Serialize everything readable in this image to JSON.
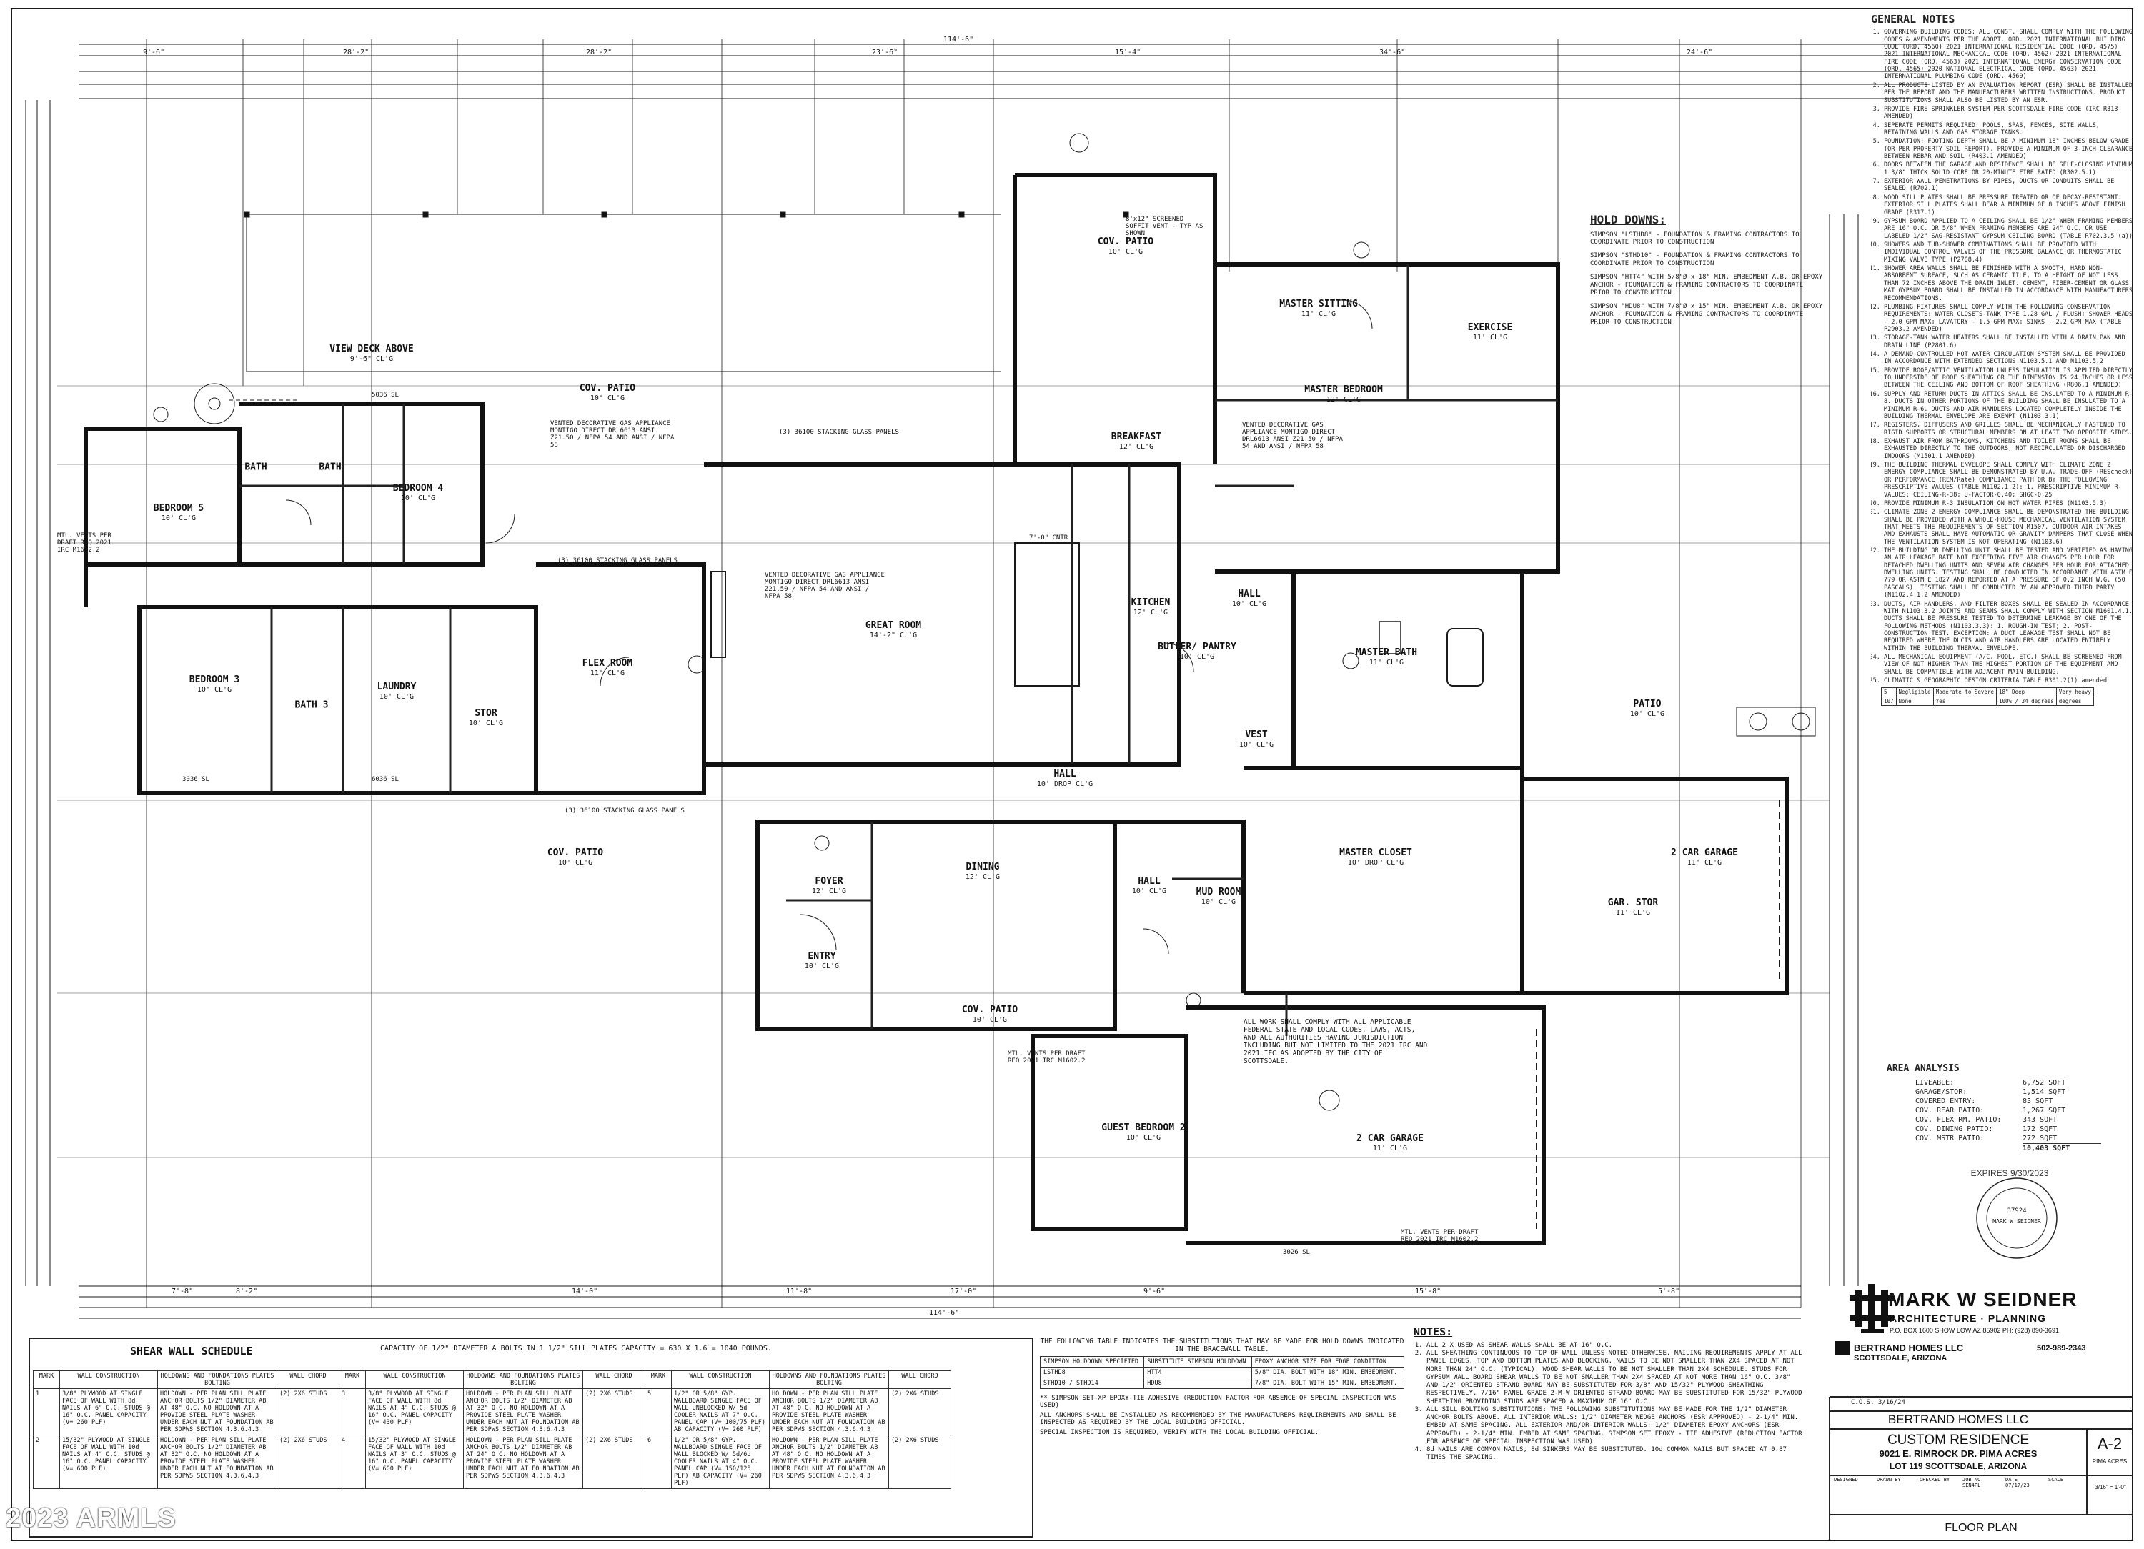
{
  "plan": {
    "rooms": [
      {
        "id": "view-deck",
        "name": "VIEW DECK ABOVE",
        "cl": "9'-6\" CL'G"
      },
      {
        "id": "cov-patio-1",
        "name": "COV. PATIO",
        "cl": "10' CL'G"
      },
      {
        "id": "cov-patio-top",
        "name": "COV. PATIO",
        "cl": "10' CL'G"
      },
      {
        "id": "bedroom-5",
        "name": "BEDROOM 5",
        "cl": "10' CL'G"
      },
      {
        "id": "bedroom-4",
        "name": "BEDROOM 4",
        "cl": "10' CL'G"
      },
      {
        "id": "bath-a",
        "name": "BATH",
        "cl": ""
      },
      {
        "id": "bath-b",
        "name": "BATH",
        "cl": ""
      },
      {
        "id": "bedroom-3",
        "name": "BEDROOM 3",
        "cl": "10' CL'G"
      },
      {
        "id": "bath-3",
        "name": "BATH 3",
        "cl": ""
      },
      {
        "id": "laundry",
        "name": "LAUNDRY",
        "cl": "10' CL'G"
      },
      {
        "id": "flex-room",
        "name": "FLEX ROOM",
        "cl": "11' CL'G"
      },
      {
        "id": "stor",
        "name": "STOR",
        "cl": "10' CL'G"
      },
      {
        "id": "great-room",
        "name": "GREAT ROOM",
        "cl": "14'-2\" CL'G"
      },
      {
        "id": "breakfast",
        "name": "BREAKFAST",
        "cl": "12' CL'G"
      },
      {
        "id": "kitchen",
        "name": "KITCHEN",
        "cl": "12' CL'G"
      },
      {
        "id": "butler",
        "name": "BUTLER/ PANTRY",
        "cl": "10' CL'G"
      },
      {
        "id": "master-sitting",
        "name": "MASTER SITTING",
        "cl": "11' CL'G"
      },
      {
        "id": "master-bedroom",
        "name": "MASTER BEDROOM",
        "cl": "12' CL'G"
      },
      {
        "id": "exercise",
        "name": "EXERCISE",
        "cl": "11' CL'G"
      },
      {
        "id": "master-bath",
        "name": "MASTER BATH",
        "cl": "11' CL'G"
      },
      {
        "id": "patio-r",
        "name": "PATIO",
        "cl": "10' CL'G"
      },
      {
        "id": "vest",
        "name": "VEST",
        "cl": "10' CL'G"
      },
      {
        "id": "hall-1",
        "name": "HALL",
        "cl": "10' CL'G"
      },
      {
        "id": "hall-2",
        "name": "HALL",
        "cl": "10' DROP CL'G"
      },
      {
        "id": "master-closet",
        "name": "MASTER CLOSET",
        "cl": "10' DROP CL'G"
      },
      {
        "id": "cov-patio-low",
        "name": "COV. PATIO",
        "cl": "10' CL'G"
      },
      {
        "id": "foyer",
        "name": "FOYER",
        "cl": "12' CL'G"
      },
      {
        "id": "dining",
        "name": "DINING",
        "cl": "12' CL'G"
      },
      {
        "id": "entry",
        "name": "ENTRY",
        "cl": "10' CL'G"
      },
      {
        "id": "mud-room",
        "name": "MUD ROOM",
        "cl": "10' CL'G"
      },
      {
        "id": "hall-3",
        "name": "HALL",
        "cl": "10' CL'G"
      },
      {
        "id": "garage-1",
        "name": "2 CAR GARAGE",
        "cl": "11' CL'G"
      },
      {
        "id": "gar-stor",
        "name": "GAR. STOR",
        "cl": "11' CL'G"
      },
      {
        "id": "cov-patio-2",
        "name": "COV. PATIO",
        "cl": "10' CL'G"
      },
      {
        "id": "guest-bedroom",
        "name": "GUEST BEDROOM 2",
        "cl": "10' CL'G"
      },
      {
        "id": "garage-2",
        "name": "2 CAR GARAGE",
        "cl": "11' CL'G"
      }
    ],
    "dims": {
      "overall": "114'-6\"",
      "top": [
        "9'-6\"",
        "28'-2\"",
        "28'-2\"",
        "23'-6\"",
        "15'-4\"",
        "34'-6\"",
        "24'-6\""
      ],
      "bottom": [
        "7'-8\"",
        "8'-2\"",
        "14'-0\"",
        "11'-8\"",
        "17'-0\"",
        "9'-6\"",
        "15'-8\"",
        "5'-8\""
      ]
    },
    "tags": {
      "view_deck_notes": "8'x12\" SCREENED SOFFIT VENT - TYP AS SHOWN",
      "vented_fireplace": "VENTED DECORATIVE GAS APPLIANCE MONTIGO DIRECT DRL6613 ANSI Z21.50 / NFPA 54 AND ANSI / NFPA 58",
      "stacking_panels": "(3) 36100 STACKING GLASS PANELS",
      "alarm_note": "ALL WORK SHALL COMPLY WITH ALL APPLICABLE FEDERAL STATE AND LOCAL CODES, LAWS, ACTS, AND ALL AUTHORITIES HAVING JURISDICTION INCLUDING BUT NOT LIMITED TO THE 2021 IRC AND 2021 IFC AS ADOPTED BY THE CITY OF SCOTTSDALE.",
      "mtl_vents": "MTL. VENTS PER DRAFT REQ 2021 IRC M1602.2",
      "stair_tag": "7'-0\" CNTR",
      "window_tags": [
        "5036 SL",
        "3036 SL",
        "6036 SL",
        "3026 SL"
      ]
    }
  },
  "general_notes": {
    "title": "GENERAL NOTES",
    "items": [
      "GOVERNING BUILDING CODES: ALL CONST. SHALL COMPLY WITH THE FOLLOWING CODES & AMENDMENTS PER THE ADOPT. ORD. 2021 INTERNATIONAL BUILDING CODE (ORD. 4560) 2021 INTERNATIONAL RESIDENTIAL CODE (ORD. 4575) 2021 INTERNATIONAL MECHANICAL CODE (ORD. 4562) 2021 INTERNATIONAL FIRE CODE (ORD. 4563) 2021 INTERNATIONAL ENERGY CONSERVATION CODE (ORD. 4565) 2020 NATIONAL ELECTRICAL CODE (ORD. 4563) 2021 INTERNATIONAL PLUMBING CODE (ORD. 4560)",
      "ALL PRODUCTS LISTED BY AN EVALUATION REPORT (ESR) SHALL BE INSTALLED PER THE REPORT AND THE MANUFACTURERS WRITTEN INSTRUCTIONS. PRODUCT SUBSTITUTIONS SHALL ALSO BE LISTED BY AN ESR.",
      "PROVIDE FIRE SPRINKLER SYSTEM PER SCOTTSDALE FIRE CODE (IRC R313 AMENDED)",
      "SEPERATE PERMITS REQUIRED: POOLS, SPAS, FENCES, SITE WALLS, RETAINING WALLS AND GAS STORAGE TANKS.",
      "FOUNDATION: FOOTING DEPTH SHALL BE A MINIMUM 18\" INCHES BELOW GRADE (OR PER PROPERTY SOIL REPORT). PROVIDE A MINIMUM OF 3-INCH CLEARANCE BETWEEN REBAR AND SOIL (R403.1 AMENDED)",
      "DOORS BETWEEN THE GARAGE AND RESIDENCE SHALL BE SELF-CLOSING MINIMUM 1 3/8\" THICK SOLID CORE OR 20-MINUTE FIRE RATED (R302.5.1)",
      "EXTERIOR WALL PENETRATIONS BY PIPES, DUCTS OR CONDUITS SHALL BE SEALED (R702.1)",
      "WOOD SILL PLATES SHALL BE PRESSURE TREATED OR OF DECAY-RESISTANT. EXTERIOR SILL PLATES SHALL BEAR A MINIMUM OF 8 INCHES ABOVE FINISH GRADE (R317.1)",
      "GYPSUM BOARD APPLIED TO A CEILING SHALL BE 1/2\" WHEN FRAMING MEMBERS ARE 16\" O.C. OR 5/8\" WHEN FRAMING MEMBERS ARE 24\" O.C. OR USE LABELED 1/2\" SAG-RESISTANT GYPSUM CEILING BOARD (TABLE R702.3.5 (a))",
      "SHOWERS AND TUB-SHOWER COMBINATIONS SHALL BE PROVIDED WITH INDIVIDUAL CONTROL VALVES OF THE PRESSURE BALANCE OR THERMOSTATIC MIXING VALVE TYPE (P2708.4)",
      "SHOWER AREA WALLS SHALL BE FINISHED WITH A SMOOTH, HARD NON-ABSORBENT SURFACE, SUCH AS CERAMIC TILE, TO A HEIGHT OF NOT LESS THAN 72 INCHES ABOVE THE DRAIN INLET. CEMENT, FIBER-CEMENT OR GLASS MAT GYPSUM BOARD SHALL BE INSTALLED IN ACCORDANCE WITH MANUFACTURERS RECOMMENDATIONS.",
      "PLUMBING FIXTURES SHALL COMPLY WITH THE FOLLOWING CONSERVATION REQUIREMENTS: WATER CLOSETS-TANK TYPE 1.28 GAL / FLUSH; SHOWER HEADS - 2.0 GPM MAX; LAVATORY - 1.5 GPM MAX; SINKS - 2.2 GPM MAX (TABLE P2903.2 AMENDED)",
      "STORAGE-TANK WATER HEATERS SHALL BE INSTALLED WITH A DRAIN PAN AND DRAIN LINE (P2801.6)",
      "A DEMAND-CONTROLLED HOT WATER CIRCULATION SYSTEM SHALL BE PROVIDED IN ACCORDANCE WITH EXTENDED SECTIONS N1103.5.1 AND N1103.5.2",
      "PROVIDE ROOF/ATTIC VENTILATION UNLESS INSULATION IS APPLIED DIRECTLY TO UNDERSIDE OF ROOF SHEATHING OR THE DIMENSION IS 24 INCHES OR LESS BETWEEN THE CEILING AND BOTTOM OF ROOF SHEATHING (R806.1 AMENDED)",
      "SUPPLY AND RETURN DUCTS IN ATTICS SHALL BE INSULATED TO A MINIMUM R-8. DUCTS IN OTHER PORTIONS OF THE BUILDING SHALL BE INSULATED TO A MINIMUM R-6. DUCTS AND AIR HANDLERS LOCATED COMPLETELY INSIDE THE BUILDING THERMAL ENVELOPE ARE EXEMPT (N1103.3.1)",
      "REGISTERS, DIFFUSERS AND GRILLES SHALL BE MECHANICALLY FASTENED TO RIGID SUPPORTS OR STRUCTURAL MEMBERS ON AT LEAST TWO OPPOSITE SIDES.",
      "EXHAUST AIR FROM BATHROOMS, KITCHENS AND TOILET ROOMS SHALL BE EXHAUSTED DIRECTLY TO THE OUTDOORS, NOT RECIRCULATED OR DISCHARGED INDOORS (M1501.1 AMENDED)",
      "THE BUILDING THERMAL ENVELOPE SHALL COMPLY WITH CLIMATE ZONE 2 ENERGY COMPLIANCE SHALL BE DEMONSTRATED BY U.A. TRADE-OFF (REScheck) OR PERFORMANCE (REM/Rate) COMPLIANCE PATH OR BY THE FOLLOWING PRESCRIPTIVE VALUES (TABLE N1102.1.2): 1. PRESCRIPTIVE MINIMUM R-VALUES: CEILING-R-38; U-FACTOR-0.40; SHGC-0.25",
      "PROVIDE MINIMUM R-3 INSULATION ON HOT WATER PIPES (N1103.5.3)",
      "CLIMATE ZONE 2 ENERGY COMPLIANCE SHALL BE DEMONSTRATED THE BUILDING SHALL BE PROVIDED WITH A WHOLE-HOUSE MECHANICAL VENTILATION SYSTEM THAT MEETS THE REQUIREMENTS OF SECTION M1507. OUTDOOR AIR INTAKES AND EXHAUSTS SHALL HAVE AUTOMATIC OR GRAVITY DAMPERS THAT CLOSE WHEN THE VENTILATION SYSTEM IS NOT OPERATING (N1103.6)",
      "THE BUILDING OR DWELLING UNIT SHALL BE TESTED AND VERIFIED AS HAVING AN AIR LEAKAGE RATE NOT EXCEEDING FIVE AIR CHANGES PER HOUR FOR DETACHED DWELLING UNITS AND SEVEN AIR CHANGES PER HOUR FOR ATTACHED DWELLING UNITS. TESTING SHALL BE CONDUCTED IN ACCORDANCE WITH ASTM E 779 OR ASTM E 1827 AND REPORTED AT A PRESSURE OF 0.2 INCH W.G. (50 PASCALS). TESTING SHALL BE CONDUCTED BY AN APPROVED THIRD PARTY (N1102.4.1.2 AMENDED)",
      "DUCTS, AIR HANDLERS, AND FILTER BOXES SHALL BE SEALED IN ACCORDANCE WITH N1103.3.2 JOINTS AND SEAMS SHALL COMPLY WITH SECTION M1601.4.1. DUCTS SHALL BE PRESSURE TESTED TO DETERMINE LEAKAGE BY ONE OF THE FOLLOWING METHODS (N1103.3.3): 1. ROUGH-IN TEST; 2. POST-CONSTRUCTION TEST. EXCEPTION: A DUCT LEAKAGE TEST SHALL NOT BE REQUIRED WHERE THE DUCTS AND AIR HANDLERS ARE LOCATED ENTIRELY WITHIN THE BUILDING THERMAL ENVELOPE.",
      "ALL MECHANICAL EQUIPMENT (A/C, POOL, ETC.) SHALL BE SCREENED FROM VIEW OF NOT HIGHER THAN THE HIGHEST PORTION OF THE EQUIPMENT AND SHALL BE COMPATIBLE WITH ADJACENT MAIN BUILDING.",
      "CLIMATIC & GEOGRAPHIC DESIGN CRITERIA TABLE R301.2(1) amended"
    ],
    "climate_values": [
      "5",
      "Negligible",
      "Moderate to Severe",
      "18\" Deep",
      "Very heavy",
      "107",
      "None",
      "Yes",
      "100% / 34 degrees",
      "degrees"
    ]
  },
  "hold_downs": {
    "title": "HOLD DOWNS:",
    "items": [
      "SIMPSON \"LSTHD8\" - FOUNDATION & FRAMING CONTRACTORS TO COORDINATE PRIOR TO CONSTRUCTION",
      "SIMPSON \"STHD10\" - FOUNDATION & FRAMING CONTRACTORS TO COORDINATE PRIOR TO CONSTRUCTION",
      "SIMPSON \"HTT4\" WITH 5/8\"Ø x 18\" MIN. EMBEDMENT A.B. OR EPOXY ANCHOR - FOUNDATION & FRAMING CONTRACTORS TO COORDINATE PRIOR TO CONSTRUCTION",
      "SIMPSON \"HDU8\" WITH 7/8\"Ø x 15\" MIN. EMBEDMENT A.B. OR EPOXY ANCHOR - FOUNDATION & FRAMING CONTRACTORS TO COORDINATE PRIOR TO CONSTRUCTION"
    ]
  },
  "area_analysis": {
    "title": "AREA ANALYSIS",
    "rows": [
      {
        "label": "LIVEABLE:",
        "value": "6,752 SQFT"
      },
      {
        "label": "GARAGE/STOR:",
        "value": "1,514 SQFT"
      },
      {
        "label": "COVERED ENTRY:",
        "value": "83 SQFT"
      },
      {
        "label": "COV. REAR PATIO:",
        "value": "1,267 SQFT"
      },
      {
        "label": "COV. FLEX RM. PATIO:",
        "value": "343 SQFT"
      },
      {
        "label": "COV. DINING PATIO:",
        "value": "172 SQFT"
      },
      {
        "label": "COV. MSTR PATIO:",
        "value": "272 SQFT"
      }
    ],
    "total": "10,403 SQFT"
  },
  "seal": {
    "expires": "EXPIRES 9/30/2023",
    "number": "37924",
    "name": "MARK W SEIDNER"
  },
  "title_block": {
    "firm": "MARK W SEIDNER",
    "firm_sub": "ARCHITECTURE · PLANNING",
    "firm_addr": "P.O. BOX 1600  SHOW LOW AZ  85902  PH: (928) 890-3691",
    "client": "BERTRAND HOMES LLC",
    "client_sub": "SCOTTSDALE, ARIZONA",
    "client_phone": "502-989-2343",
    "revision": "C.O.S. 3/16/24",
    "project_firm": "BERTRAND HOMES LLC",
    "project_title": "CUSTOM RESIDENCE",
    "project_addr": "9021 E. RIMROCK DR. PIMA ACRES",
    "project_lot": "LOT 119 SCOTTSDALE, ARIZONA",
    "sheet": "A-2",
    "sheet_sub": "PIMA ACRES",
    "scale": "3/16\" = 1'-0\"",
    "drawing_title": "FLOOR PLAN",
    "labels": [
      "DESIGNED",
      "DRAWN BY",
      "CHECKED BY",
      "JOB NO.",
      "DATE",
      "SCALE"
    ],
    "values": [
      "",
      "",
      "",
      "SEN4PL",
      "07/17/23",
      ""
    ]
  },
  "shear_wall": {
    "title": "SHEAR WALL SCHEDULE",
    "capacity": "CAPACITY OF 1/2\" DIAMETER A BOLTS IN 1 1/2\" SILL PLATES  CAPACITY = 630 X 1.6 = 1040 POUNDS.",
    "headers": [
      "MARK",
      "WALL CONSTRUCTION",
      "HOLDOWNS AND FOUNDATIONS PLATES BOLTING",
      "WALL CHORD",
      "MARK",
      "WALL CONSTRUCTION",
      "HOLDOWNS AND FOUNDATIONS PLATES BOLTING",
      "WALL CHORD",
      "MARK",
      "WALL CONSTRUCTION",
      "HOLDOWNS AND FOUNDATIONS PLATES BOLTING",
      "WALL CHORD"
    ],
    "rows": [
      [
        "1",
        "3/8\" PLYWOOD AT SINGLE FACE OF WALL WITH 8d NAILS AT 6\" O.C. STUDS @ 16\" O.C. PANEL CAPACITY (V= 260 PLF)",
        "HOLDOWN - PER PLAN SILL PLATE ANCHOR BOLTS 1/2\" DIAMETER AB AT 48\" O.C. NO HOLDOWN AT A PROVIDE STEEL PLATE WASHER UNDER EACH NUT AT FOUNDATION AB PER SDPWS SECTION 4.3.6.4.3",
        "(2) 2X6 STUDS",
        "3",
        "3/8\" PLYWOOD AT SINGLE FACE OF WALL WITH 8d NAILS AT 4\" O.C. STUDS @ 16\" O.C. PANEL CAPACITY (V= 430 PLF)",
        "HOLDOWN - PER PLAN SILL PLATE ANCHOR BOLTS 1/2\" DIAMETER AB AT 32\" O.C. NO HOLDOWN AT A PROVIDE STEEL PLATE WASHER UNDER EACH NUT AT FOUNDATION AB PER SDPWS SECTION 4.3.6.4.3",
        "(2) 2X6 STUDS",
        "5",
        "1/2\" OR 5/8\" GYP. WALLBOARD SINGLE FACE OF WALL UNBLOCKED W/ 5d COOLER NAILS AT 7\" O.C. PANEL CAP (V= 100/75 PLF) AB CAPACITY (V= 260 PLF)",
        "HOLDOWN - PER PLAN SILL PLATE ANCHOR BOLTS 1/2\" DIAMETER AB AT 48\" O.C. NO HOLDOWN AT A PROVIDE STEEL PLATE WASHER UNDER EACH NUT AT FOUNDATION AB PER SDPWS SECTION 4.3.6.4.3",
        "(2) 2X6 STUDS"
      ],
      [
        "2",
        "15/32\" PLYWOOD AT SINGLE FACE OF WALL WITH 10d NAILS AT 4\" O.C. STUDS @ 16\" O.C. PANEL CAPACITY (V= 600 PLF)",
        "HOLDOWN - PER PLAN SILL PLATE ANCHOR BOLTS 1/2\" DIAMETER AB AT 32\" O.C. NO HOLDOWN AT A PROVIDE STEEL PLATE WASHER UNDER EACH NUT AT FOUNDATION AB PER SDPWS SECTION 4.3.6.4.3",
        "(2) 2X6 STUDS",
        "4",
        "15/32\" PLYWOOD AT SINGLE FACE OF WALL WITH 10d NAILS AT 3\" O.C. STUDS @ 16\" O.C. PANEL CAPACITY (V= 600 PLF)",
        "HOLDOWN - PER PLAN SILL PLATE ANCHOR BOLTS 1/2\" DIAMETER AB AT 24\" O.C. NO HOLDOWN AT A PROVIDE STEEL PLATE WASHER UNDER EACH NUT AT FOUNDATION AB PER SDPWS SECTION 4.3.6.4.3",
        "(2) 2X6 STUDS",
        "6",
        "1/2\" OR 5/8\" GYP. WALLBOARD SINGLE FACE OF WALL BLOCKED W/ 5d/6d COOLER NAILS AT 4\" O.C. PANEL CAP (V= 150/125 PLF) AB CAPACITY (V= 260 PLF)",
        "HOLDOWN - PER PLAN SILL PLATE ANCHOR BOLTS 1/2\" DIAMETER AB AT 48\" O.C. NO HOLDOWN AT A PROVIDE STEEL PLATE WASHER UNDER EACH NUT AT FOUNDATION AB PER SDPWS SECTION 4.3.6.4.3",
        "(2) 2X6 STUDS"
      ]
    ]
  },
  "substitutions": {
    "intro": "THE FOLLOWING TABLE INDICATES THE SUBSTITUTIONS THAT MAY BE MADE FOR HOLD DOWNS INDICATED IN THE BRACEWALL TABLE.",
    "headers": [
      "SIMPSON HOLDDOWN SPECIFIED",
      "SUBSTITUTE SIMPSON HOLDDOWN",
      "EPOXY ANCHOR SIZE FOR EDGE CONDITION"
    ],
    "rows": [
      [
        "LSTHD8",
        "HTT4",
        "5/8\" DIA. BOLT WITH 18\" MIN. EMBEDMENT."
      ],
      [
        "STHD10 / STHD14",
        "HDU8",
        "7/8\" DIA. BOLT WITH 15\" MIN. EMBEDMENT."
      ]
    ],
    "note1": "** SIMPSON SET-XP EPOXY-TIE ADHESIVE (REDUCTION FACTOR FOR ABSENCE OF SPECIAL INSPECTION WAS USED)",
    "note2": "ALL ANCHORS SHALL BE INSTALLED AS RECOMMENDED BY THE MANUFACTURERS REQUIREMENTS AND SHALL BE INSPECTED AS REQUIRED BY THE LOCAL BUILDING OFFICIAL.",
    "note3": "SPECIAL INSPECTION IS REQUIRED, VERIFY WITH THE LOCAL BUILDING OFFICIAL."
  },
  "notes": {
    "title": "NOTES:",
    "items": [
      "ALL 2 X USED AS SHEAR WALLS SHALL BE AT 16\" O.C.",
      "ALL SHEATHING CONTINUOUS TO TOP OF WALL UNLESS NOTED OTHERWISE. NAILING REQUIREMENTS APPLY AT ALL PANEL EDGES, TOP AND BOTTOM PLATES AND BLOCKING. NAILS TO BE NOT SMALLER THAN 2X4 SPACED AT NOT MORE THAN 24\" O.C. (TYPICAL). WOOD SHEAR WALLS TO BE NOT SMALLER THAN 2X4 SCHEDULE. STUDS FOR GYPSUM WALL BOARD SHEAR WALLS TO BE NOT SMALLER THAN 2X4 SPACED AT NOT MORE THAN 16\" O.C. 3/8\" AND 1/2\" ORIENTED STRAND BOARD MAY BE SUBSTITUTED FOR 3/8\" AND 15/32\" PLYWOOD SHEATHING RESPECTIVELY. 7/16\" PANEL GRADE 2-M-W ORIENTED STRAND BOARD MAY BE SUBSTITUTED FOR 15/32\" PLYWOOD SHEATHING PROVIDING STUDS ARE SPACED A MAXIMUM OF 16\" O.C.",
      "ALL SILL BOLTING SUBSTITUTIONS: THE FOLLOWING SUBSTITUTIONS MAY BE MADE FOR THE 1/2\" DIAMETER ANCHOR BOLTS ABOVE. ALL INTERIOR WALLS: 1/2\" DIAMETER WEDGE ANCHORS (ESR APPROVED) - 2-1/4\" MIN. EMBED AT SAME SPACING. ALL EXTERIOR AND/OR INTERIOR WALLS: 1/2\" DIAMETER EPOXY ANCHORS (ESR APPROVED) - 2-1/4\" MIN. EMBED AT SAME SPACING. SIMPSON SET EPOXY - TIE ADHESIVE (REDUCTION FACTOR FOR ABSENCE OF SPECIAL INSPECTION WAS USED)",
      "8d NAILS ARE COMMON NAILS, 8d SINKERS MAY BE SUBSTITUTED. 10d COMMON NAILS BUT SPACED AT 0.87 TIMES THE SPACING."
    ]
  },
  "watermark": "2023 ARMLS"
}
